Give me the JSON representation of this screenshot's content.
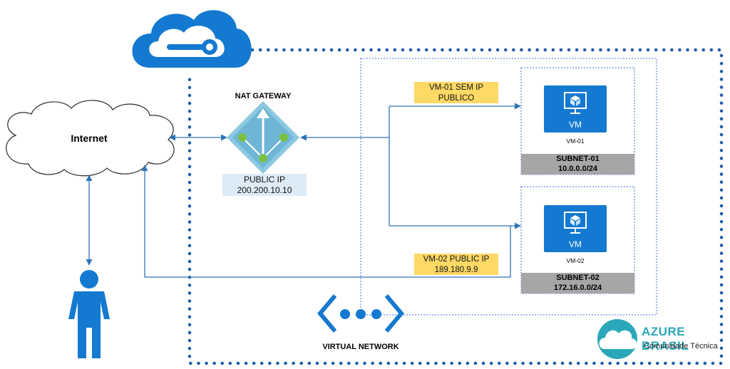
{
  "nodes": {
    "internet": "Internet",
    "nat_gateway": "NAT GATEWAY",
    "public_ip_label": "PUBLIC IP",
    "public_ip_value": "200.200.10.10",
    "vm01_badge_line1": "VM-01 SEM IP",
    "vm01_badge_line2": "PUBLICO",
    "vm01_icon_text": "VM",
    "vm01_name": "VM-01",
    "subnet01_name": "SUBNET-01",
    "subnet01_cidr": "10.0.0.0/24",
    "vm02_badge_line1": "VM-02 PUBLIC IP",
    "vm02_badge_line2": "189.180.9.9",
    "vm02_icon_text": "VM",
    "vm02_name": "VM-02",
    "subnet02_name": "SUBNET-02",
    "subnet02_cidr": "172.16.0.0/24",
    "virtual_network": "VIRTUAL NETWORK"
  },
  "logo": {
    "title": "AZURE BRASIL",
    "subtitle": "Comunidade Técnica"
  },
  "colors": {
    "azure_blue": "#1479d0",
    "connector": "#2e75b6",
    "nat_green": "#7ac143",
    "nat_diamond": "#8cc8e0",
    "label_yellow": "#ffd966",
    "subnet_gray": "#a6a6a6",
    "public_ip_bg": "#ddebf7",
    "logo_teal": "#2aa7b8"
  }
}
